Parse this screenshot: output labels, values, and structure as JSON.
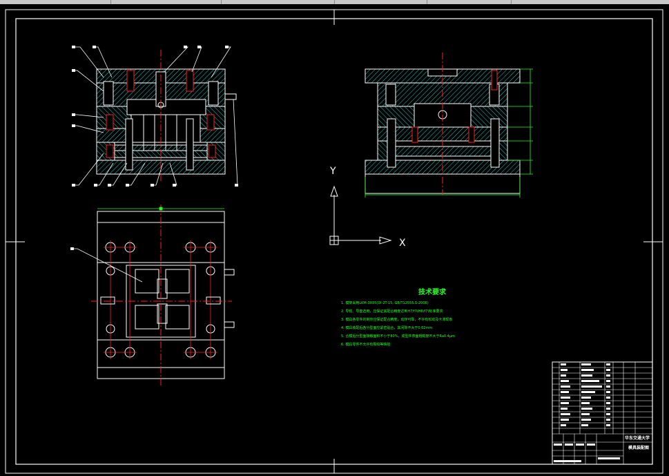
{
  "axes": {
    "y_label": "Y",
    "x_label": "X"
  },
  "tech_requirements": {
    "title": "技术要求",
    "items": [
      "1. 模架采用LKM-3035(DI-2T-15, GB/T12555.1-2006)",
      "2. 导柱、导套选用，应保证其配合精度达到H7/f7(H8/f7)标准要求",
      "3. 模具各零件的制作应保证配合精度，动作可靠，不许有松动及卡滞现象",
      "4. 模具装配后各分型面应紧密贴合，其间隙不大于0.02mm",
      "5. 合模后分型面接触面积不小于80%，成型件表面粗糙度不大于Ra0.4μm",
      "6. 模具零件不允许有裂纹等缺陷"
    ]
  },
  "title_block": {
    "school": "华东交通大学",
    "drawing_name": "模具装配图"
  },
  "colors": {
    "background": "#000000",
    "outline": "#ffffff",
    "hatch": "#22cccc",
    "center": "#ff2020",
    "dim": "#22ff22",
    "part": "#ffffff"
  }
}
